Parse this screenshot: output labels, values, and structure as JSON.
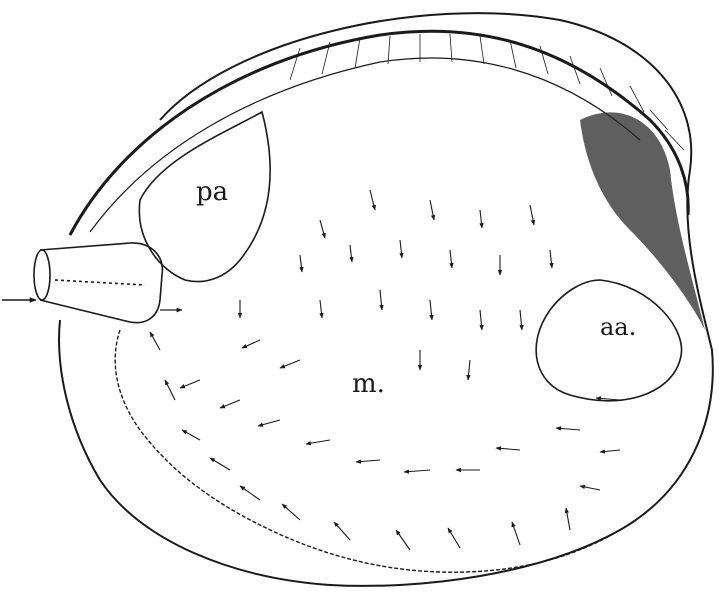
{
  "figure": {
    "labels": {
      "posterior_adductor": "pa",
      "anterior_adductor": "aa.",
      "mantle": "m."
    }
  },
  "colors": {
    "ink": "#1a1a1a",
    "paper": "#ffffff"
  }
}
